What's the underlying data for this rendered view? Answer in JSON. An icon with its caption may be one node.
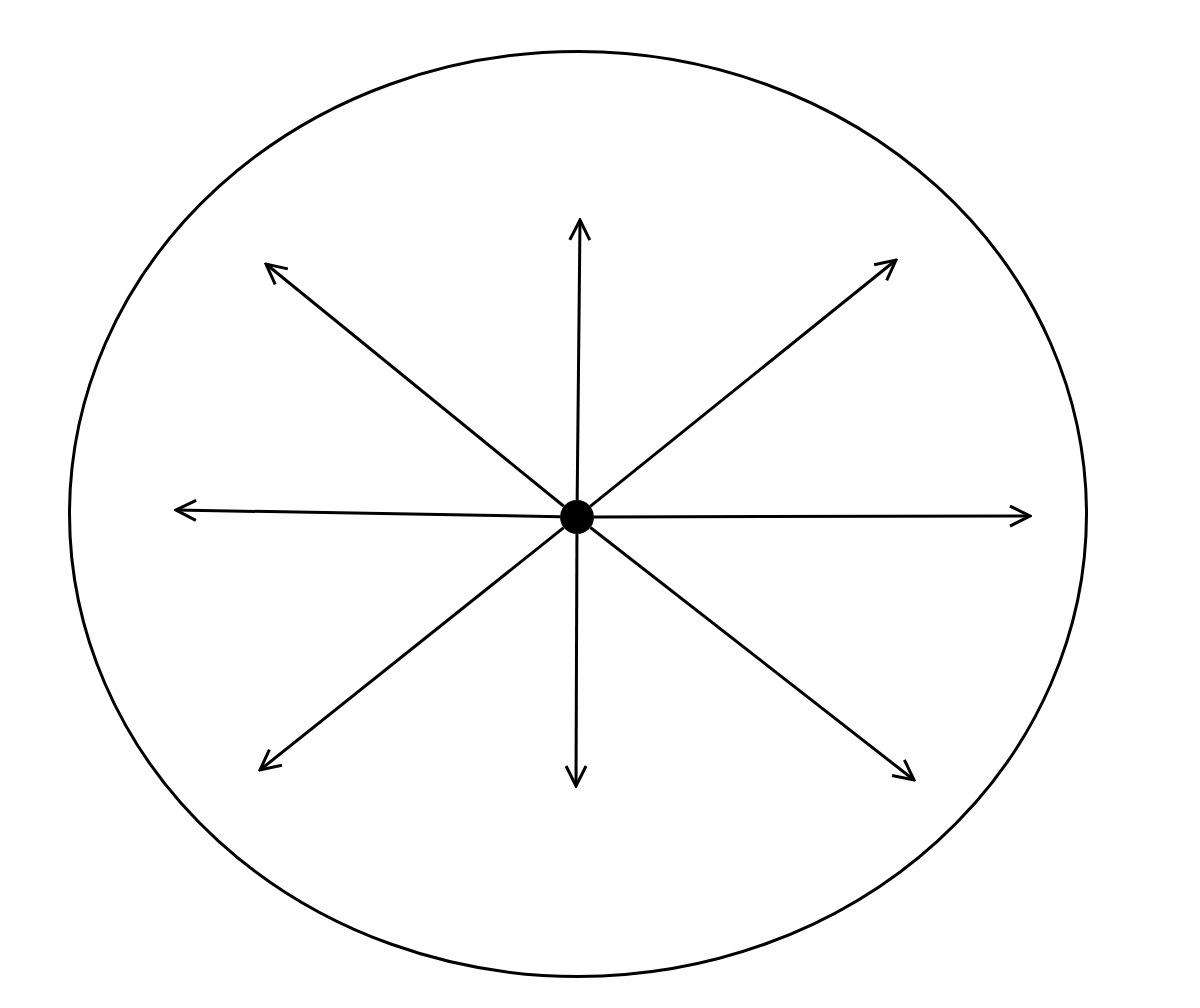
{
  "diagram": {
    "nodes": [
      {
        "text": [],
        "shape": "circle"
      },
      {
        "text": [],
        "shape": "circle",
        "in": 0
      }
    ],
    "edges": [
      {
        "from": 1,
        "to": null,
        "arrow": "to"
      },
      {
        "from": 1,
        "to": null,
        "arrow": "to"
      },
      {
        "from": 1,
        "to": null,
        "arrow": "to"
      },
      {
        "from": 1,
        "to": null,
        "arrow": "to"
      },
      {
        "from": 1,
        "to": null,
        "arrow": "to"
      },
      {
        "from": 1,
        "to": null,
        "arrow": "to"
      },
      {
        "from": 1,
        "to": null,
        "arrow": "to"
      },
      {
        "from": 1,
        "to": null,
        "arrow": "to"
      }
    ]
  }
}
